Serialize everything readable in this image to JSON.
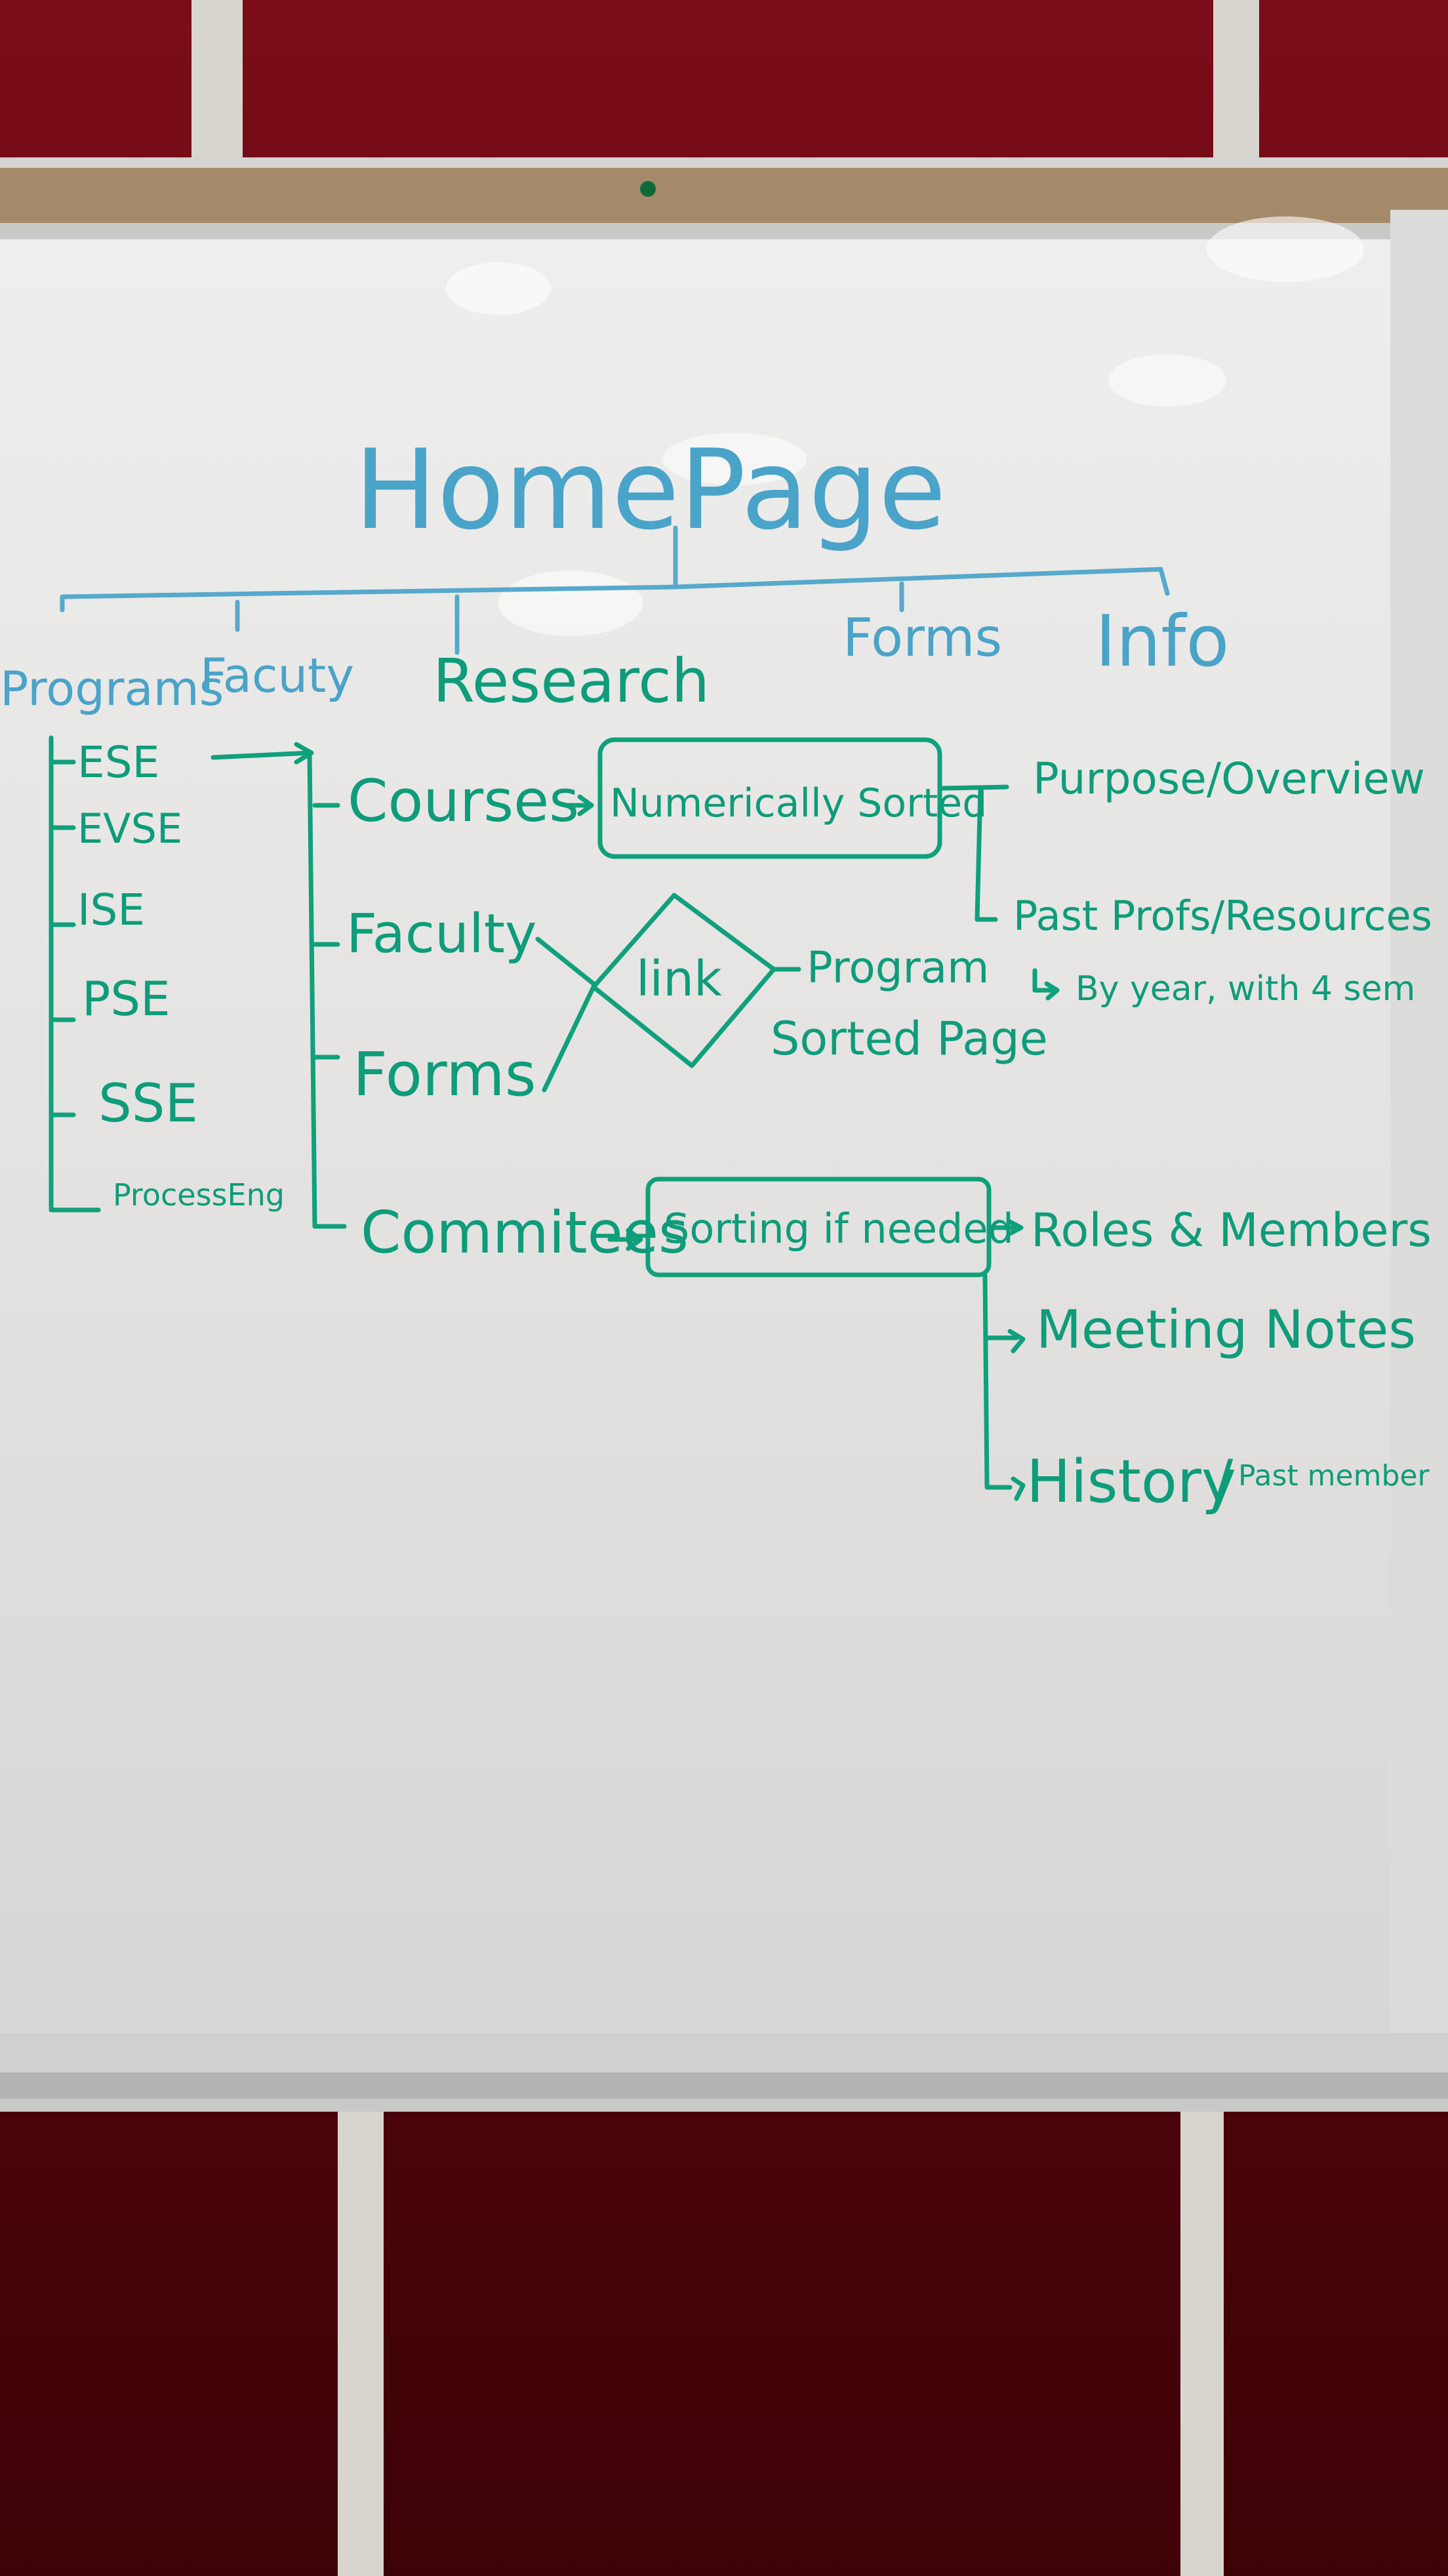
{
  "diagram": {
    "title": "HomePage",
    "top_nav": {
      "programs": "Programs",
      "faculty": "Facuty",
      "research": "Research",
      "forms": "Forms",
      "info": "Info"
    },
    "programs_list": [
      "ESE",
      "EVSE",
      "ISE",
      "PSE",
      "SSE",
      "ProcessEng"
    ],
    "program_page": {
      "courses": "Courses",
      "faculty": "Faculty",
      "forms": "Forms",
      "commitees": "Commitees"
    },
    "courses_box": "Numerically Sorted",
    "courses_outputs": {
      "purpose": "Purpose/Overview",
      "past_profs": "Past Profs/Resources",
      "by_year": "By year, with 4 sem"
    },
    "link_diamond": "link",
    "link_output_line1": "Program",
    "link_output_line2": "Sorted Page",
    "commitees_box": "Sorting if needed",
    "commitees_outputs": {
      "roles": "Roles & Members",
      "meeting_notes": "Meeting Notes",
      "history": "History",
      "past_member": "Past member"
    }
  },
  "colors": {
    "wall": "#5a0711",
    "whiteboard": "#e6e6e4",
    "frame": "#c8c8c6",
    "ink_blue": "#4aa3c9",
    "ink_green": "#0e9c7a"
  }
}
